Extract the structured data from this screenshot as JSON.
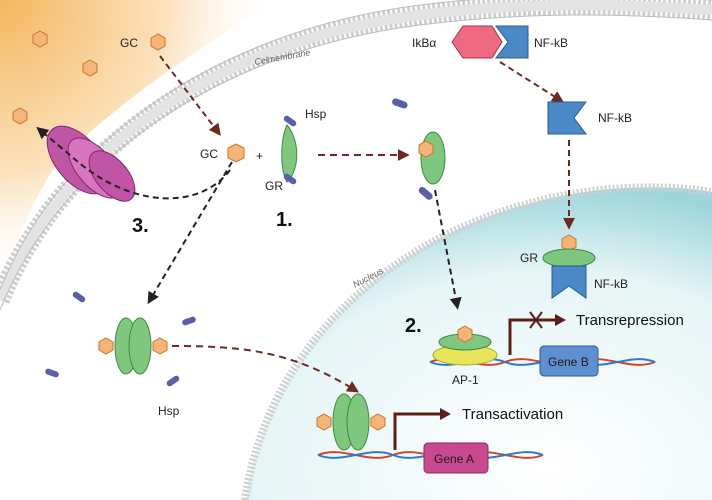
{
  "labels": {
    "membrane": "Celmembrane",
    "nucleus": "Nucleus",
    "gc_top": "GC",
    "gc_mid": "GC",
    "plus": "+",
    "hsp_top": "Hsp",
    "gr_left": "GR",
    "ikba": "IkBα",
    "nfkb_top": "NF-kB",
    "nfkb_mid": "NF-kB",
    "gr_nuc": "GR",
    "nfkb_nuc": "NF-kB",
    "step1": "1.",
    "step2": "2.",
    "step3": "3.",
    "ap1": "AP-1",
    "gene_b": "Gene B",
    "gene_a": "Gene A",
    "transrepression": "Transrepression",
    "transactivation": "Transactivation",
    "hsp_bottom": "Hsp"
  },
  "colors": {
    "gc_hexagon": "#f6b479",
    "gr_receptor": "#7fc77f",
    "hsp": "#5b5fa8",
    "pump": "#c055a6",
    "ikba": "#f06a7f",
    "nfkb": "#4a88c8",
    "nucleus": "#bfe5e8",
    "outside": "#f8c98a",
    "gene_box": "#c8498f",
    "gene_b_box": "#5e8fcf",
    "ap1": "#e8e55a",
    "arrow": "#6b2a22"
  }
}
